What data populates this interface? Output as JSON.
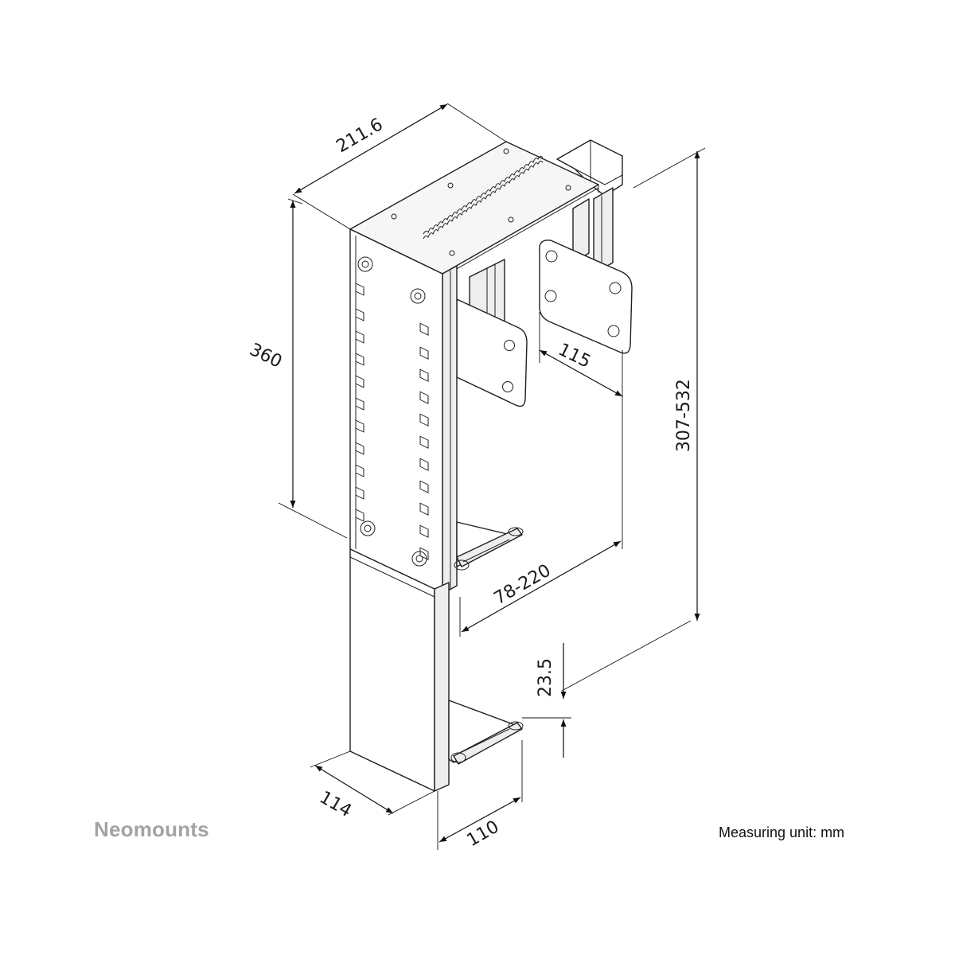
{
  "brand": {
    "name": "Neomounts"
  },
  "footer": {
    "unit_label": "Measuring unit: mm"
  },
  "dimensions": {
    "top_depth": "211.6",
    "height": "360",
    "vesa_spacing": "115",
    "total_height": "307-532",
    "width_range": "78-220",
    "foot_lip": "23.5",
    "bottom_depth": "114",
    "bottom_width": "110"
  },
  "colors": {
    "line": "#1f1f1f",
    "brand_gray": "#a3a3a3",
    "background": "#ffffff"
  }
}
